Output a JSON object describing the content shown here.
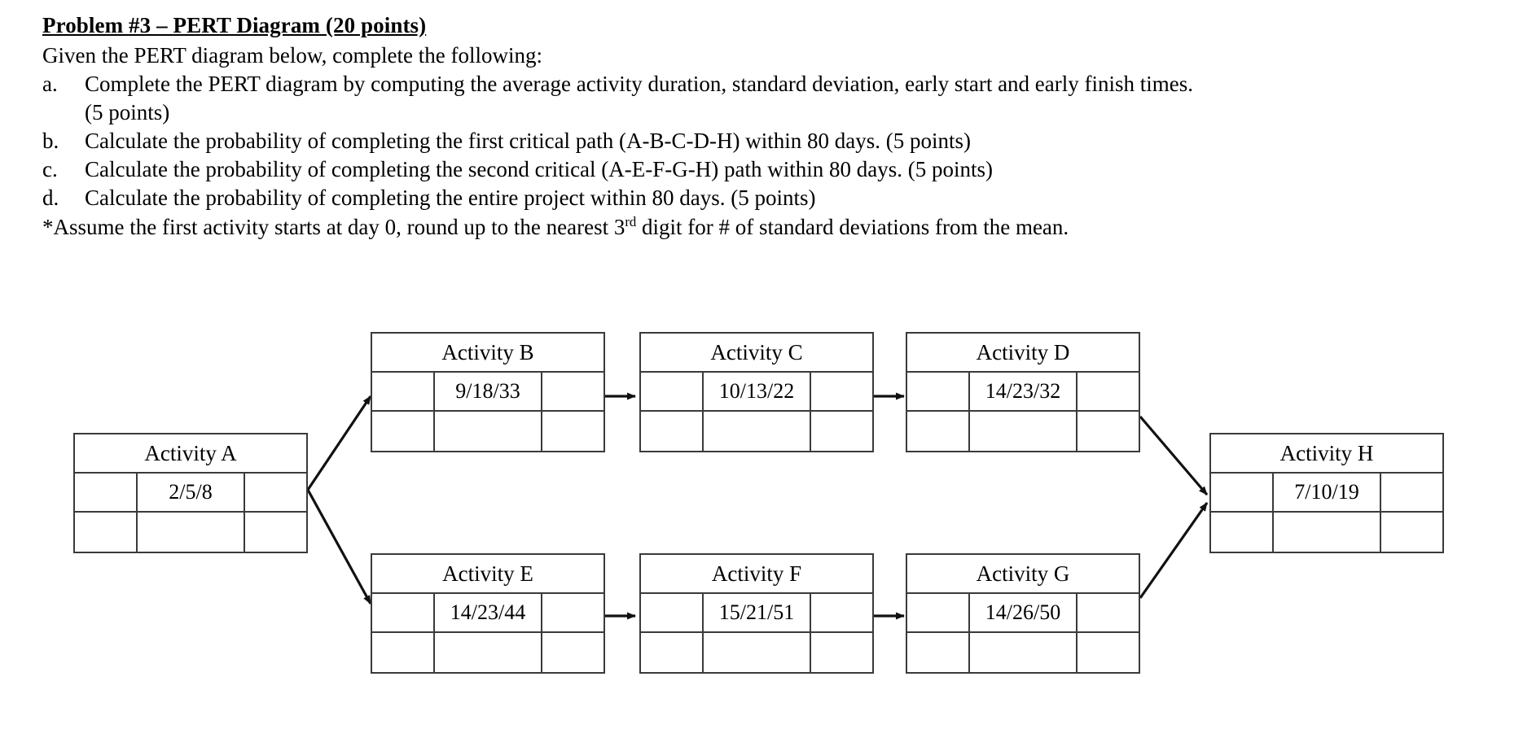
{
  "document": {
    "title": "Problem #3 – PERT Diagram (20 points)",
    "intro": "Given the PERT diagram below, complete the following:",
    "tasks": [
      {
        "marker": "a.",
        "text": "Complete the PERT diagram by computing the average activity duration, standard deviation, early start and early finish times.",
        "continuation": "(5 points)"
      },
      {
        "marker": "b.",
        "text": "Calculate the probability of completing the first critical path (A-B-C-D-H) within 80 days. (5 points)",
        "continuation": ""
      },
      {
        "marker": "c.",
        "text": "Calculate the probability of completing the second critical (A-E-F-G-H) path within 80 days. (5 points)",
        "continuation": ""
      },
      {
        "marker": "d.",
        "text": "Calculate the probability of completing the entire project within 80 days. (5 points)",
        "continuation": ""
      }
    ],
    "footnote_before": "*Assume the first activity starts at day 0, round up to the nearest 3",
    "footnote_sup": "rd",
    "footnote_after": " digit for # of standard deviations from the mean."
  },
  "chart_data": {
    "type": "diagram",
    "diagram_kind": "PERT network",
    "title": "PERT Diagram",
    "node_value_format": "optimistic/most-likely/pessimistic",
    "nodes": [
      {
        "id": "A",
        "label": "Activity A",
        "estimates": "2/5/8",
        "optimistic": 2,
        "most_likely": 5,
        "pessimistic": 8,
        "left_cell": "",
        "right_cell": "",
        "bottom_left": "",
        "bottom_center": "",
        "bottom_right": ""
      },
      {
        "id": "B",
        "label": "Activity B",
        "estimates": "9/18/33",
        "optimistic": 9,
        "most_likely": 18,
        "pessimistic": 33,
        "left_cell": "",
        "right_cell": "",
        "bottom_left": "",
        "bottom_center": "",
        "bottom_right": ""
      },
      {
        "id": "C",
        "label": "Activity C",
        "estimates": "10/13/22",
        "optimistic": 10,
        "most_likely": 13,
        "pessimistic": 22,
        "left_cell": "",
        "right_cell": "",
        "bottom_left": "",
        "bottom_center": "",
        "bottom_right": ""
      },
      {
        "id": "D",
        "label": "Activity D",
        "estimates": "14/23/32",
        "optimistic": 14,
        "most_likely": 23,
        "pessimistic": 32,
        "left_cell": "",
        "right_cell": "",
        "bottom_left": "",
        "bottom_center": "",
        "bottom_right": ""
      },
      {
        "id": "E",
        "label": "Activity E",
        "estimates": "14/23/44",
        "optimistic": 14,
        "most_likely": 23,
        "pessimistic": 44,
        "left_cell": "",
        "right_cell": "",
        "bottom_left": "",
        "bottom_center": "",
        "bottom_right": ""
      },
      {
        "id": "F",
        "label": "Activity F",
        "estimates": "15/21/51",
        "optimistic": 15,
        "most_likely": 21,
        "pessimistic": 51,
        "left_cell": "",
        "right_cell": "",
        "bottom_left": "",
        "bottom_center": "",
        "bottom_right": ""
      },
      {
        "id": "G",
        "label": "Activity G",
        "estimates": "14/26/50",
        "optimistic": 14,
        "most_likely": 26,
        "pessimistic": 50,
        "left_cell": "",
        "right_cell": "",
        "bottom_left": "",
        "bottom_center": "",
        "bottom_right": ""
      },
      {
        "id": "H",
        "label": "Activity H",
        "estimates": "7/10/19",
        "optimistic": 7,
        "most_likely": 10,
        "pessimistic": 19,
        "left_cell": "",
        "right_cell": "",
        "bottom_left": "",
        "bottom_center": "",
        "bottom_right": ""
      }
    ],
    "edges": [
      {
        "from": "A",
        "to": "B"
      },
      {
        "from": "A",
        "to": "E"
      },
      {
        "from": "B",
        "to": "C"
      },
      {
        "from": "C",
        "to": "D"
      },
      {
        "from": "D",
        "to": "H"
      },
      {
        "from": "E",
        "to": "F"
      },
      {
        "from": "F",
        "to": "G"
      },
      {
        "from": "G",
        "to": "H"
      }
    ],
    "paths": [
      {
        "name": "first critical path",
        "sequence": "A-B-C-D-H"
      },
      {
        "name": "second critical path",
        "sequence": "A-E-F-G-H"
      }
    ],
    "line_color": "#3a3a3a"
  }
}
